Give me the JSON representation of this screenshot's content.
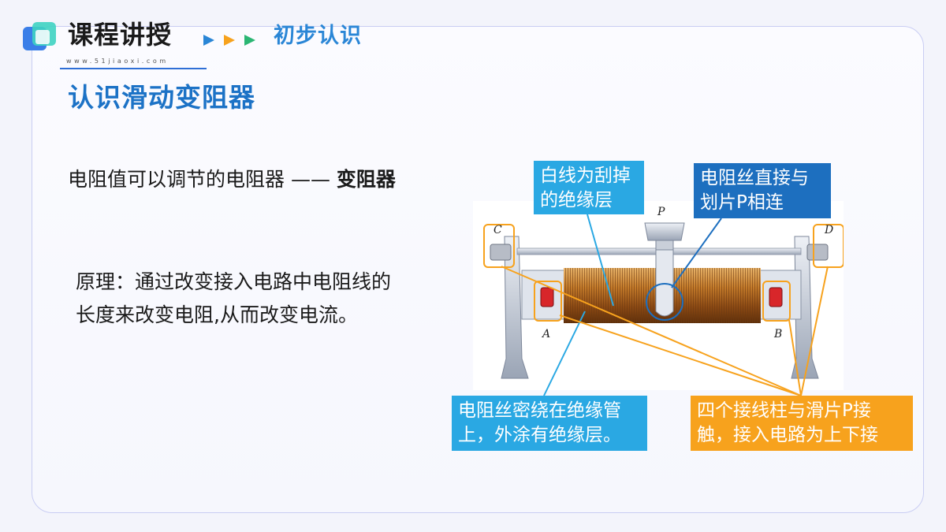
{
  "header": {
    "title": "课程讲授",
    "url": "www.51jiaoxi.com",
    "section": "初步认识"
  },
  "slide": {
    "title": "认识滑动变阻器",
    "definition_prefix": "电阻值可以调节的电阻器 —— ",
    "definition_term": "变阻器",
    "principle": "原理：通过改变接入电路中电阻线的长度来改变电阻,从而改变电流。"
  },
  "figure": {
    "labels": {
      "C": "C",
      "D": "D",
      "P": "P",
      "A": "A",
      "B": "B"
    }
  },
  "callouts": {
    "top_left": "白线为刮掉的绝缘层",
    "top_right": "电阻丝直接与划片P相连",
    "bottom_left": "电阻丝密绕在绝缘管上，外涂有绝缘层。",
    "bottom_right": "四个接线柱与滑片P接触，接入电路为上下接"
  },
  "colors": {
    "accent_blue": "#1c72c6",
    "light_blue": "#2aa8e3",
    "dark_blue": "#1d6fbf",
    "orange": "#f7a21d"
  }
}
